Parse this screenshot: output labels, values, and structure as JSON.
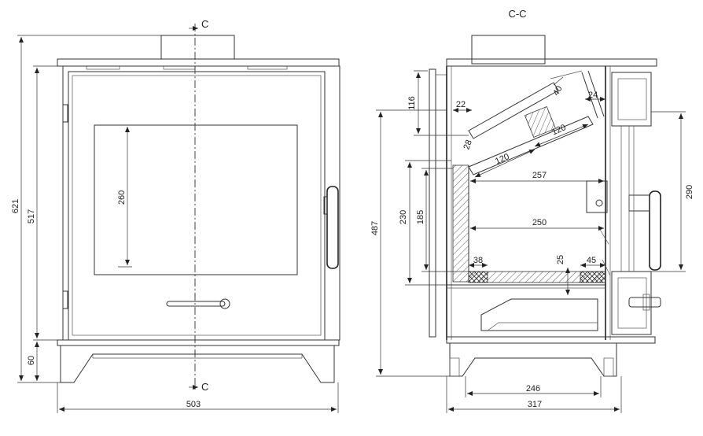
{
  "labels": {
    "section_mark_top": "C",
    "section_mark_bottom": "C",
    "section_title": "C-C"
  },
  "front_view": {
    "dims": {
      "total_height": "621",
      "body_height": "517",
      "leg_height": "60",
      "glass_height": "260",
      "width": "503"
    }
  },
  "section_view": {
    "dims": {
      "d116": "116",
      "d22": "22",
      "d40": "40",
      "d24": "24",
      "d28": "28",
      "d120a": "120",
      "d120b": "120",
      "d257": "257",
      "d230": "230",
      "d185": "185",
      "d250": "250",
      "d290": "290",
      "d487": "487",
      "d38": "38",
      "d25": "25",
      "d45": "45",
      "d246": "246",
      "d317": "317"
    }
  }
}
